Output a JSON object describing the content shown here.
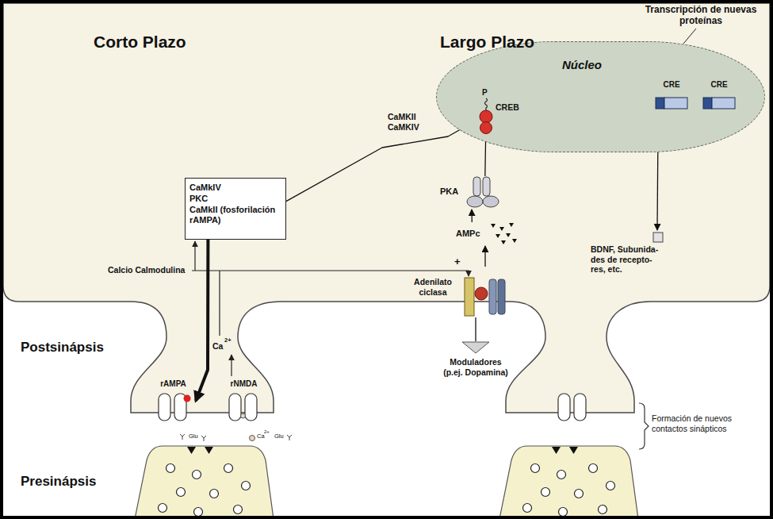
{
  "diagram": {
    "nodes": [
      {
        "text": [
          "Núcleo"
        ]
      },
      {
        "text": [
          "P",
          "CREB"
        ],
        "in": 0
      },
      {
        "text": [
          "CRE"
        ],
        "in": 0
      },
      {
        "text": [
          "CRE"
        ],
        "in": 0
      },
      {
        "text": [
          "CaMkIV",
          "PKC",
          "CaMkII (fosforilación rAMPA)"
        ]
      },
      {
        "text": [
          "PKA"
        ]
      },
      {
        "text": [
          "AMPc"
        ]
      },
      {
        "text": [
          "Adenilato ciclasa"
        ]
      },
      {
        "text": [
          "BDNF, Subunida- des de recepto- res, etc."
        ]
      },
      {
        "text": [
          "rAMPA"
        ]
      },
      {
        "text": [
          "rNMDA"
        ]
      },
      {
        "text": [
          "Moduladores (p.ej. Dopamina)"
        ]
      }
    ],
    "edges": [
      {
        "from": 4,
        "to": 1,
        "label": "CaMKII CaMKIV",
        "arrow": "to"
      },
      {
        "from": 5,
        "to": 1,
        "arrow": "to"
      },
      {
        "from": 6,
        "to": 5,
        "arrow": "to"
      },
      {
        "from": 7,
        "to": 6,
        "arrow": "to"
      },
      {
        "from": 11,
        "to": 7,
        "arrow": "none"
      },
      {
        "from": 4,
        "to": 9,
        "arrow": "to"
      },
      {
        "from": 1,
        "to": 2,
        "arrow": "to"
      },
      {
        "from": 1,
        "to": 3,
        "arrow": "to"
      },
      {
        "from": 2,
        "to": 8,
        "arrow": "to"
      }
    ],
    "labels": [
      "Corto Plazo",
      "Largo Plazo",
      "Transcripción de nuevas proteínas",
      "Calcio Calmodulina",
      "+",
      "Ca",
      "2+",
      "Postsinápsis",
      "Glu",
      "Ca",
      "2+",
      "Glu",
      "Formación de nuevos contactos sinápticos",
      "Presinápsis"
    ]
  }
}
